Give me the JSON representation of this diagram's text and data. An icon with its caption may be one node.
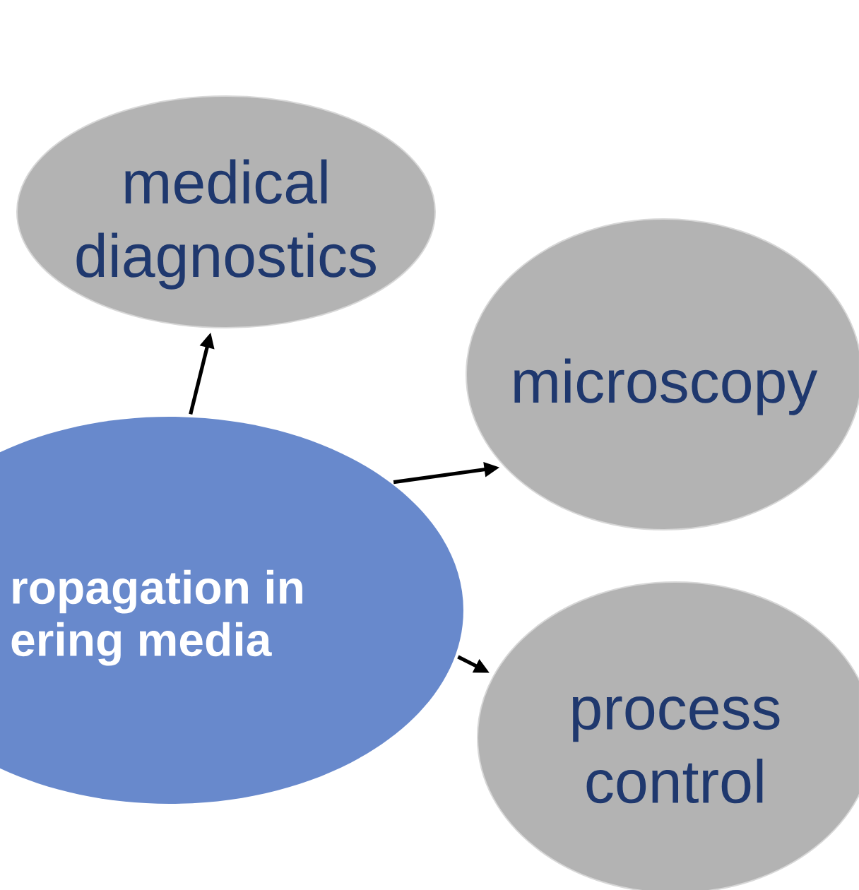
{
  "diagram": {
    "nodes": [
      {
        "text": [
          "ropagation in ering media"
        ]
      },
      {
        "text": [
          "medical diagnostics"
        ]
      },
      {
        "text": [
          "microscopy"
        ]
      },
      {
        "text": [
          "process control"
        ]
      }
    ],
    "edges": [
      {
        "from": 0,
        "to": 1,
        "arrow": "to"
      },
      {
        "from": 0,
        "to": 2,
        "arrow": "to"
      },
      {
        "from": 0,
        "to": 3,
        "arrow": "to"
      }
    ]
  }
}
